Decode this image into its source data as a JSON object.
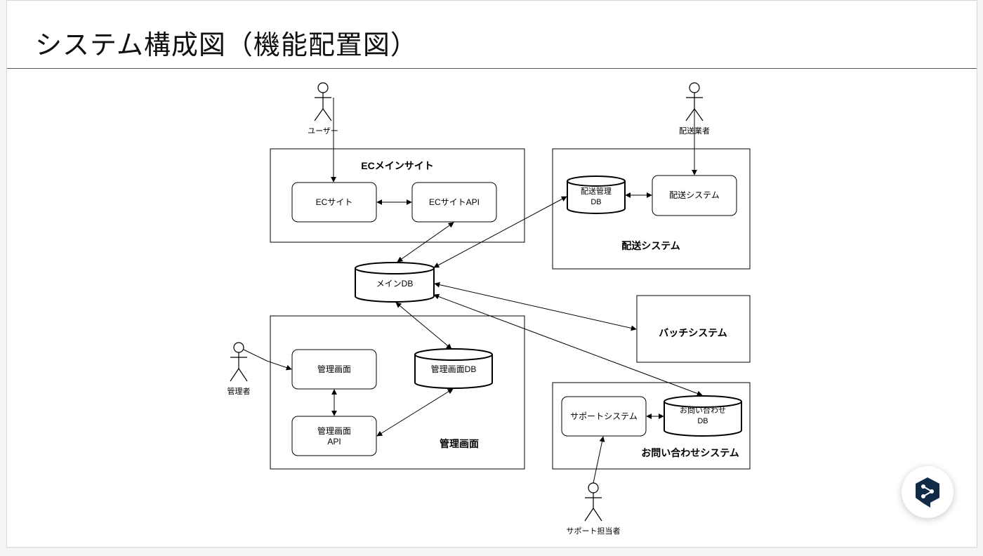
{
  "slide": {
    "title": "システム構成図（機能配置図）"
  },
  "groups": {
    "ec_main_site": "ECメインサイト",
    "delivery_system": "配送システム",
    "batch_system": "バッチシステム",
    "admin_screen": "管理画面",
    "inquiry_system": "お問い合わせシステム"
  },
  "nodes": {
    "ec_site": "ECサイト",
    "ec_site_api": "ECサイトAPI",
    "delivery_db_line1": "配送管理",
    "delivery_db_line2": "DB",
    "delivery_system_box": "配送システム",
    "main_db": "メインDB",
    "admin_screen_box": "管理画面",
    "admin_db": "管理画面DB",
    "admin_api_line1": "管理画面",
    "admin_api_line2": "API",
    "support_system": "サポートシステム",
    "inquiry_db_line1": "お問い合わせ",
    "inquiry_db_line2": "DB"
  },
  "actors": {
    "user": "ユーザー",
    "delivery_company": "配送業者",
    "admin": "管理者",
    "support_staff": "サポート担当者"
  },
  "colors": {
    "stroke": "#000000",
    "fab_icon": "#0f2b46"
  },
  "floating_button": {
    "icon": "deepl-translate-icon"
  }
}
